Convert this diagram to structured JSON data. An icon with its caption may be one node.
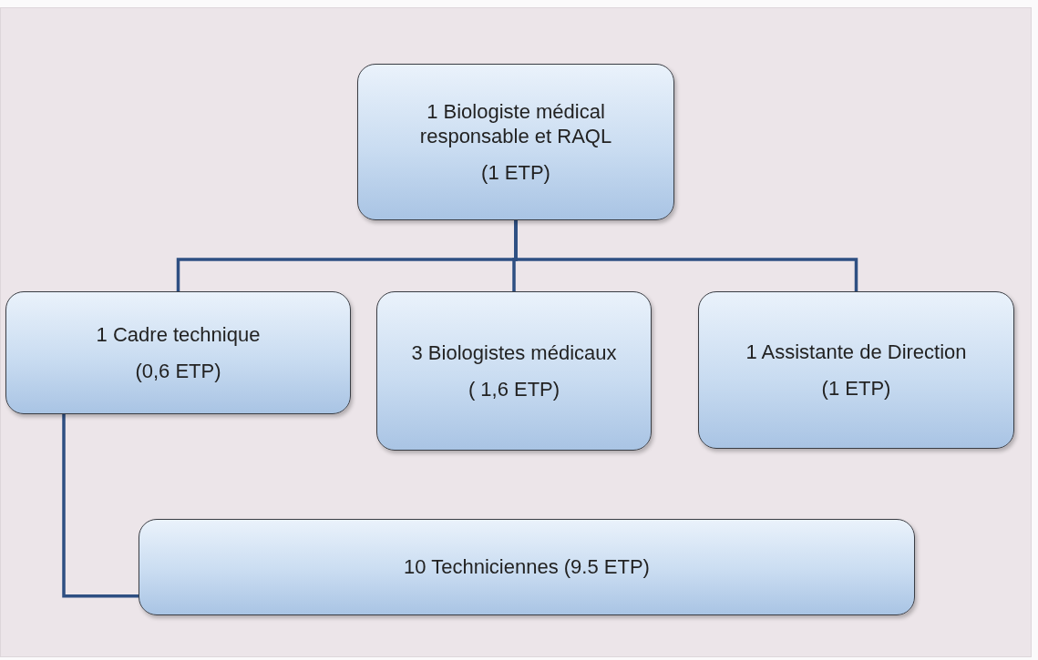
{
  "diagram": {
    "nodes": [
      {
        "text": [
          "1 Biologiste médical responsable et RAQL",
          "(1 ETP)"
        ]
      },
      {
        "text": [
          "1 Cadre technique",
          "(0,6 ETP)"
        ]
      },
      {
        "text": [
          "3 Biologistes médicaux",
          "( 1,6 ETP)"
        ]
      },
      {
        "text": [
          "1 Assistante de Direction",
          "(1 ETP)"
        ]
      },
      {
        "text": [
          "10 Techniciennes (9.5 ETP)"
        ]
      }
    ],
    "edges": [
      {
        "from": 0,
        "to": 1,
        "arrow": "none"
      },
      {
        "from": 0,
        "to": 2,
        "arrow": "none"
      },
      {
        "from": 0,
        "to": 3,
        "arrow": "none"
      },
      {
        "from": 1,
        "to": 4,
        "arrow": "none"
      }
    ]
  }
}
